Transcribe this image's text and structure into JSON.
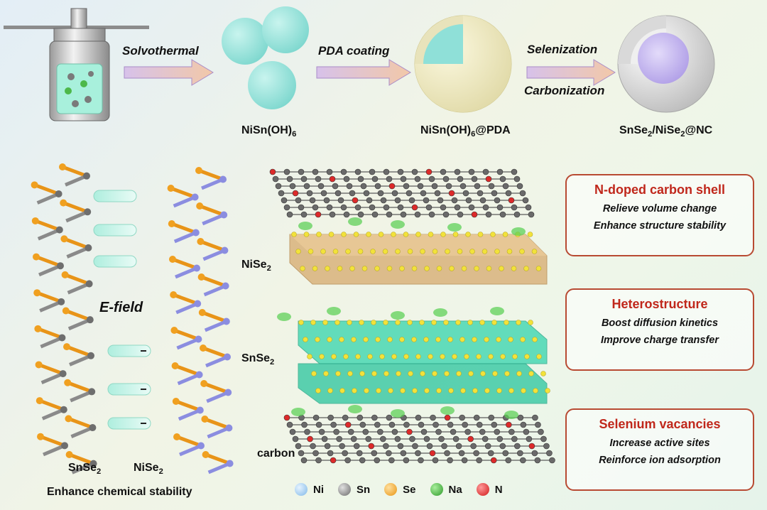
{
  "process": {
    "step1": "Solvothermal",
    "step2": "PDA coating",
    "step3a": "Selenization",
    "step3b": "Carbonization"
  },
  "products": {
    "p1": {
      "main": "NiSn(OH)",
      "sub": "6",
      "suffix": ""
    },
    "p2": {
      "main": "NiSn(OH)",
      "sub": "6",
      "suffix": "@PDA"
    },
    "p3": {
      "a": "SnSe",
      "a_sub": "2",
      "b": "/NiSe",
      "b_sub": "2",
      "c": "@NC"
    }
  },
  "chains": {
    "field_label": "E-field",
    "left": {
      "main": "SnSe",
      "sub": "2"
    },
    "right": {
      "main": "NiSe",
      "sub": "2"
    },
    "caption": "Enhance chemical stability"
  },
  "layers": {
    "nise2": {
      "main": "NiSe",
      "sub": "2"
    },
    "snse2": {
      "main": "SnSe",
      "sub": "2"
    },
    "carbon": "carbon"
  },
  "boxes": [
    {
      "title": "N-doped carbon shell",
      "lines": [
        "Relieve volume change",
        "Enhance structure stability"
      ]
    },
    {
      "title": "Heterostructure",
      "lines": [
        "Boost diffusion kinetics",
        "Improve charge transfer"
      ]
    },
    {
      "title": "Selenium vacancies",
      "lines": [
        "Increase active sites",
        "Reinforce ion adsorption"
      ]
    }
  ],
  "legend": [
    {
      "label": "Ni",
      "color": "#7fb8e8"
    },
    {
      "label": "Sn",
      "color": "#7a7a7a"
    },
    {
      "label": "Se",
      "color": "#f0a020"
    },
    {
      "label": "Na",
      "color": "#3faa3a"
    },
    {
      "label": "N",
      "color": "#e02020"
    }
  ],
  "colors": {
    "accent": "#c0271b",
    "arrow": "#c9b4dc",
    "sphere": "#8fe0d8",
    "shell": "#f1ecc4",
    "sphere_core": "#c6b8ef",
    "sheet": "#3fd6b0",
    "nise2_sheet": "#d9b37c"
  }
}
